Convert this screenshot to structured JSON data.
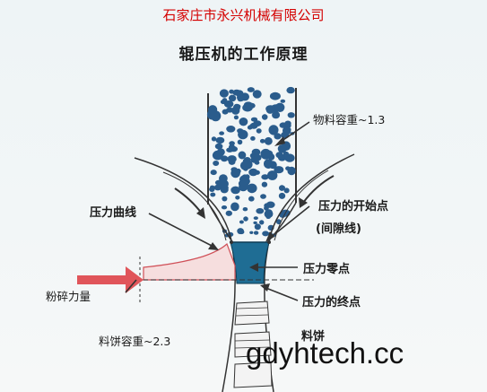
{
  "header": {
    "company": "石家庄市永兴机械有限公司",
    "title": "辊压机的工作原理"
  },
  "labels": {
    "material_density": "物料容重~1.3",
    "pressure_curve": "压力曲线",
    "pressure_start": "压力的开始点",
    "gap_line": "(间隙线)",
    "pressure_zero": "压力零点",
    "crushing_force": "粉碎力量",
    "pressure_end": "压力的终点",
    "cake": "料饼",
    "cake_density": "料饼容重~2.3"
  },
  "watermark": "gdyhtech.cc",
  "colors": {
    "particles": "#2a5c8c",
    "compressed_zone": "#1f6d94",
    "arrow": "#e0555a",
    "pressure_fill": "#f6dede"
  }
}
